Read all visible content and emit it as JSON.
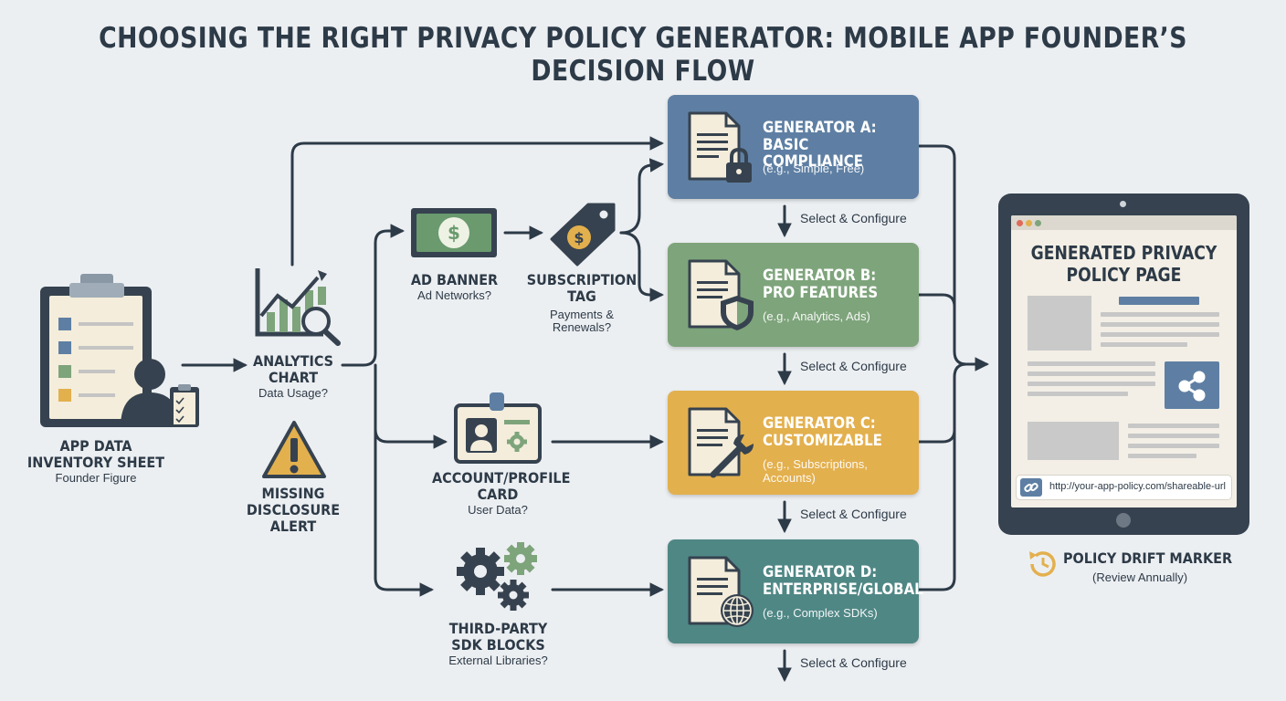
{
  "title": "CHOOSING THE RIGHT PRIVACY POLICY GENERATOR: MOBILE APP FOUNDER’S DECISION FLOW",
  "nodes": {
    "inventory": {
      "title": "APP DATA INVENTORY SHEET",
      "sub": "Founder Figure"
    },
    "analytics": {
      "title": "ANALYTICS CHART",
      "sub": "Data Usage?"
    },
    "missing": {
      "title": "MISSING DISCLOSURE ALERT"
    },
    "ad_banner": {
      "title": "AD BANNER",
      "sub": "Ad Networks?"
    },
    "subscription": {
      "title": "SUBSCRIPTION TAG",
      "sub": "Payments & Renewals?"
    },
    "account": {
      "title": "ACCOUNT/PROFILE CARD",
      "sub": "User Data?"
    },
    "sdk": {
      "title": "THIRD-PARTY SDK BLOCKS",
      "sub": "External Libraries?"
    }
  },
  "generators": [
    {
      "title": "GENERATOR A: BASIC COMPLIANCE",
      "sub": "(e.g., Simple, Free)",
      "color": "#5e7fa3",
      "icon": "lock-icon"
    },
    {
      "title": "GENERATOR B: PRO FEATURES",
      "sub": "(e.g., Analytics, Ads)",
      "color": "#7ea47b",
      "icon": "shield-icon"
    },
    {
      "title": "GENERATOR C: CUSTOMIZABLE",
      "sub": "(e.g., Subscriptions, Accounts)",
      "color": "#e3b04e",
      "icon": "wrench-icon"
    },
    {
      "title": "GENERATOR D: ENTERPRISE/GLOBAL",
      "sub": "(e.g., Complex SDKs)",
      "color": "#4f8785",
      "icon": "globe-icon"
    }
  ],
  "select_label": "Select & Configure",
  "policy_page": {
    "title": "GENERATED PRIVACY POLICY PAGE",
    "url": "http://your-app-policy.com/shareable-url"
  },
  "drift": {
    "title": "POLICY DRIFT MARKER",
    "sub": "(Review Annually)"
  },
  "colors": {
    "background": "#eceff2",
    "ink": "#2d3a47",
    "money_green": "#6a9a6e",
    "alert_yellow": "#e3b04e",
    "tablet": "#36424f"
  }
}
